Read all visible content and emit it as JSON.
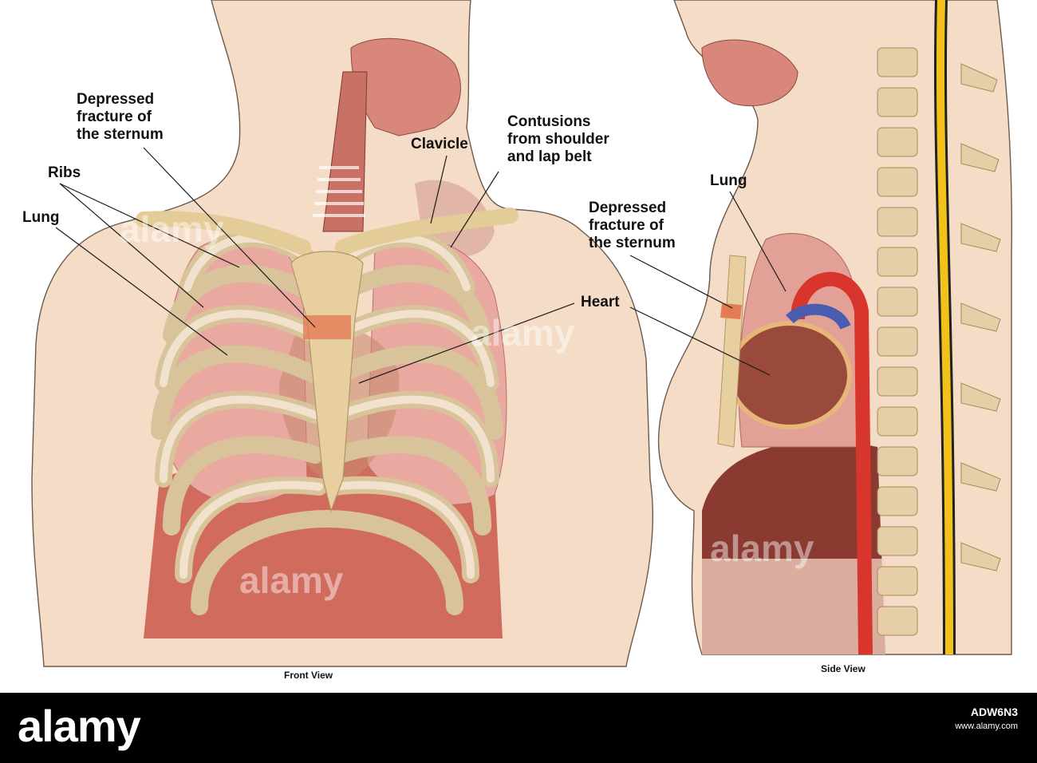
{
  "labels": {
    "front": {
      "depressed_fracture": "Depressed\nfracture of\nthe sternum",
      "ribs": "Ribs",
      "lung": "Lung",
      "clavicle": "Clavicle",
      "contusions": "Contusions\nfrom shoulder\nand lap belt",
      "heart": "Heart"
    },
    "side": {
      "lung": "Lung",
      "depressed_fracture": "Depressed\nfracture of\nthe sternum"
    }
  },
  "captions": {
    "front_view": "Front View",
    "side_view": "Side View"
  },
  "watermark": {
    "brand": "alamy",
    "image_id": "ADW6N3",
    "banner_line2": "www.alamy.com"
  },
  "colors": {
    "skin": "#f5dcc6",
    "bone": "#e8cfa0",
    "lung": "#e9a9a1",
    "muscle": "#c9574a",
    "heart": "#9a4a3a",
    "artery": "#d8362c",
    "vein": "#4a5cb0",
    "spinal_cord": "#f2c21a"
  }
}
